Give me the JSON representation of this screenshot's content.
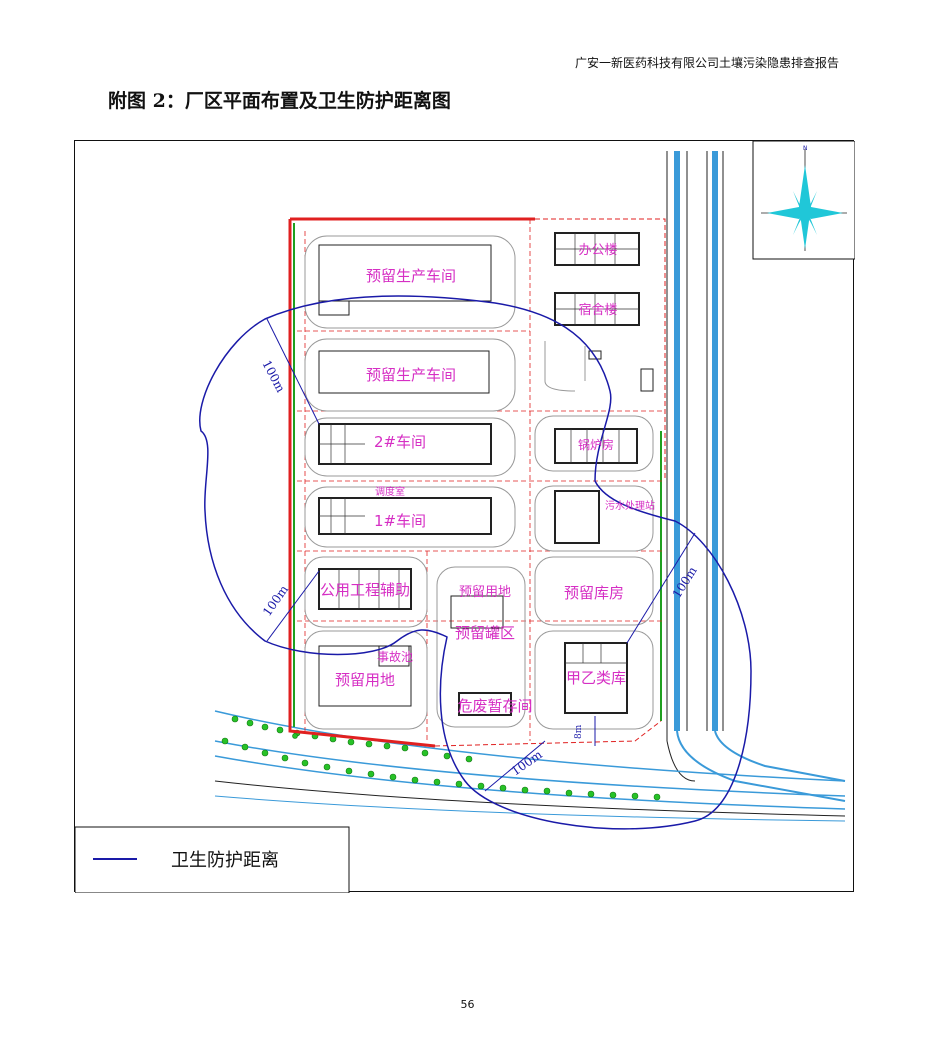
{
  "header": {
    "company_report": "广安一新医药科技有限公司土壤污染隐患排查报告"
  },
  "title": "附图 2：厂区平面布置及卫生防护距离图",
  "map": {
    "buildings": {
      "reserved_workshop_1": "预留生产车间",
      "reserved_workshop_2": "预留生产车间",
      "workshop_2": "2#车间",
      "workshop_1": "1#车间",
      "public_utilities": "公用工程辅助",
      "reserved_land_center": "预留用地",
      "reserved_tank_area": "预留罐区",
      "reserved_warehouse": "预留库房",
      "accident_pool": "事故池",
      "reserved_land_bottom": "预留用地",
      "hazardous_waste": "危废暂存间",
      "class_ab_warehouse": "甲乙类库",
      "office": "办公楼",
      "dormitory": "宿舍楼",
      "boiler_room": "锅炉房",
      "dispatch_room": "调度室",
      "sewage_station": "污水处理站"
    },
    "distances": {
      "d_upper_left": "100m",
      "d_lower_left": "100m",
      "d_right": "100m",
      "d_bottom": "100m",
      "d_small": "8m"
    },
    "compass_label": "N"
  },
  "legend": {
    "line_label": "卫生防护距离",
    "line_color": "#1a1aa8"
  },
  "page_number": "56",
  "colors": {
    "label_magenta": "#d62fc4",
    "boundary_red": "#e02020",
    "boundary_green": "#1fa01f",
    "protection_blue": "#1a1aa8",
    "road_blue": "#3a9ad9",
    "tree_green": "#27c227"
  }
}
